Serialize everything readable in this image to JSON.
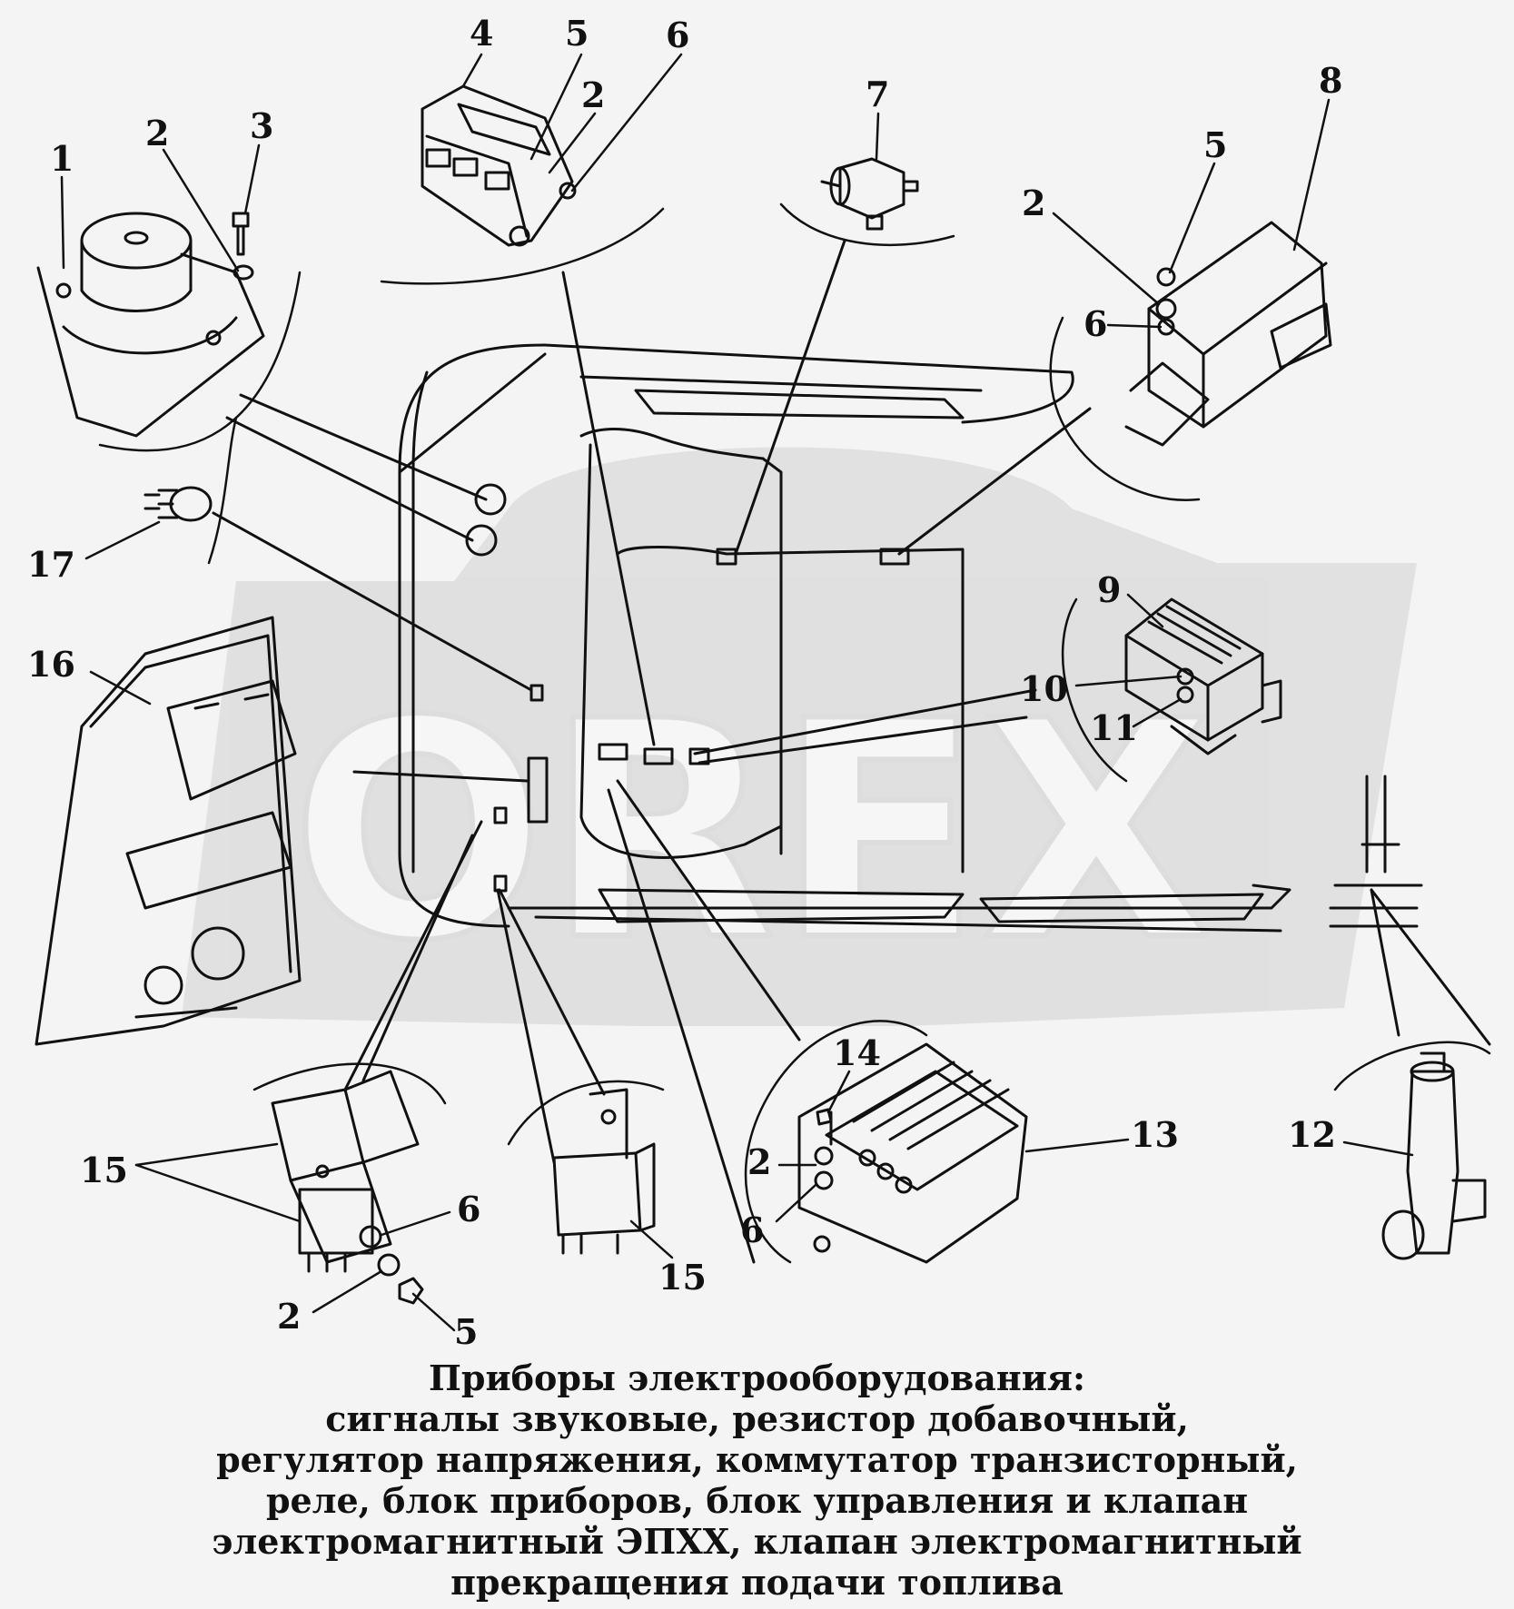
{
  "diagram": {
    "watermark": "OREX",
    "callouts": [
      {
        "id": "c1",
        "text": "1"
      },
      {
        "id": "c2a",
        "text": "2"
      },
      {
        "id": "c3",
        "text": "3"
      },
      {
        "id": "c4",
        "text": "4"
      },
      {
        "id": "c5a",
        "text": "5"
      },
      {
        "id": "c2b",
        "text": "2"
      },
      {
        "id": "c6a",
        "text": "6"
      },
      {
        "id": "c7",
        "text": "7"
      },
      {
        "id": "c8",
        "text": "8"
      },
      {
        "id": "c5b",
        "text": "5"
      },
      {
        "id": "c2c",
        "text": "2"
      },
      {
        "id": "c6b",
        "text": "6"
      },
      {
        "id": "c17",
        "text": "17"
      },
      {
        "id": "c16",
        "text": "16"
      },
      {
        "id": "c9",
        "text": "9"
      },
      {
        "id": "c10",
        "text": "10"
      },
      {
        "id": "c11",
        "text": "11"
      },
      {
        "id": "c14",
        "text": "14"
      },
      {
        "id": "c13",
        "text": "13"
      },
      {
        "id": "c2d",
        "text": "2"
      },
      {
        "id": "c6c",
        "text": "6"
      },
      {
        "id": "c12",
        "text": "12"
      },
      {
        "id": "c15a",
        "text": "15"
      },
      {
        "id": "c6d",
        "text": "6"
      },
      {
        "id": "c2e",
        "text": "2"
      },
      {
        "id": "c5c",
        "text": "5"
      },
      {
        "id": "c15b",
        "text": "15"
      }
    ]
  },
  "caption": {
    "lines": [
      "Приборы электрооборудования:",
      "сигналы звуковые, резистор добавочный,",
      "регулятор напряжения, коммутатор транзисторный,",
      "реле, блок приборов, блок управления и клапан",
      "электромагнитный ЭПХХ, клапан электромагнитный",
      "прекращения подачи топлива"
    ]
  }
}
